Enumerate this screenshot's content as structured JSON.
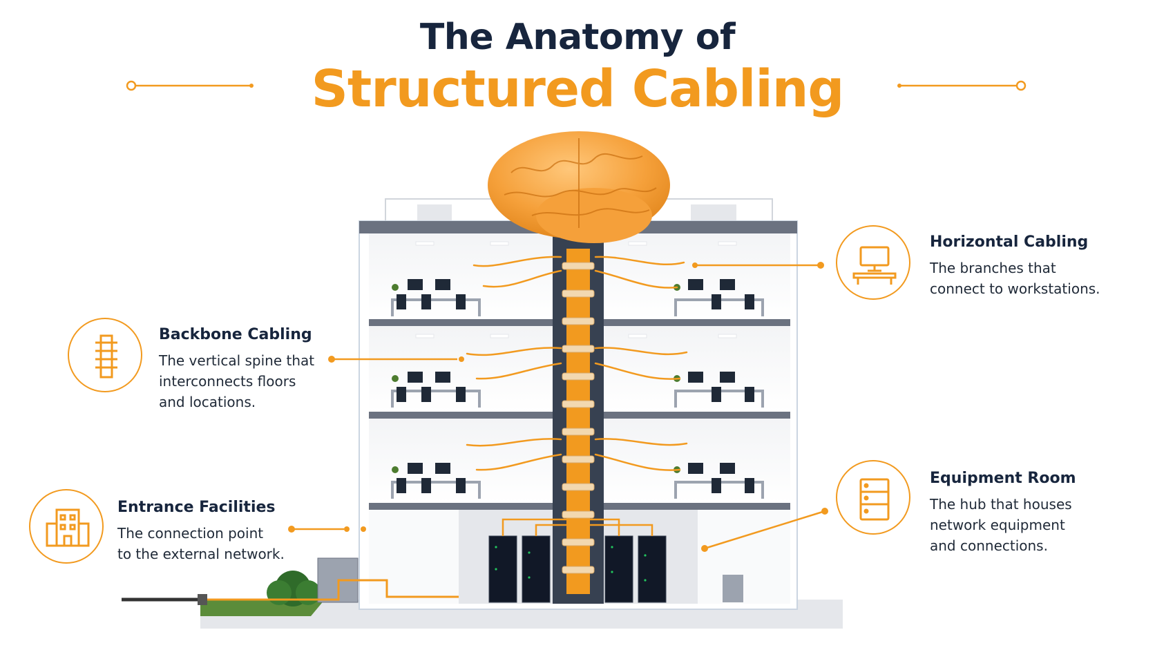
{
  "title": {
    "line1": "The Anatomy of",
    "line2": "Structured Cabling"
  },
  "colors": {
    "accent": "#f29a1f",
    "heading": "#17253d",
    "text": "#1f2937"
  },
  "callouts": {
    "horizontal": {
      "heading": "Horizontal Cabling",
      "desc_line1": "The branches that",
      "desc_line2": "connect to workstations.",
      "icon": "workstation-icon"
    },
    "backbone": {
      "heading": "Backbone Cabling",
      "desc_line1": "The vertical spine that",
      "desc_line2": "interconnects floors",
      "desc_line3": "and locations.",
      "icon": "spine-icon"
    },
    "entrance": {
      "heading": "Entrance Facilities",
      "desc_line1": "The connection point",
      "desc_line2": "to the external network.",
      "icon": "building-icon"
    },
    "equipment": {
      "heading": "Equipment Room",
      "desc_line1": "The hub that houses",
      "desc_line2": "network equipment",
      "desc_line3": "and connections.",
      "icon": "server-rack-icon"
    }
  }
}
